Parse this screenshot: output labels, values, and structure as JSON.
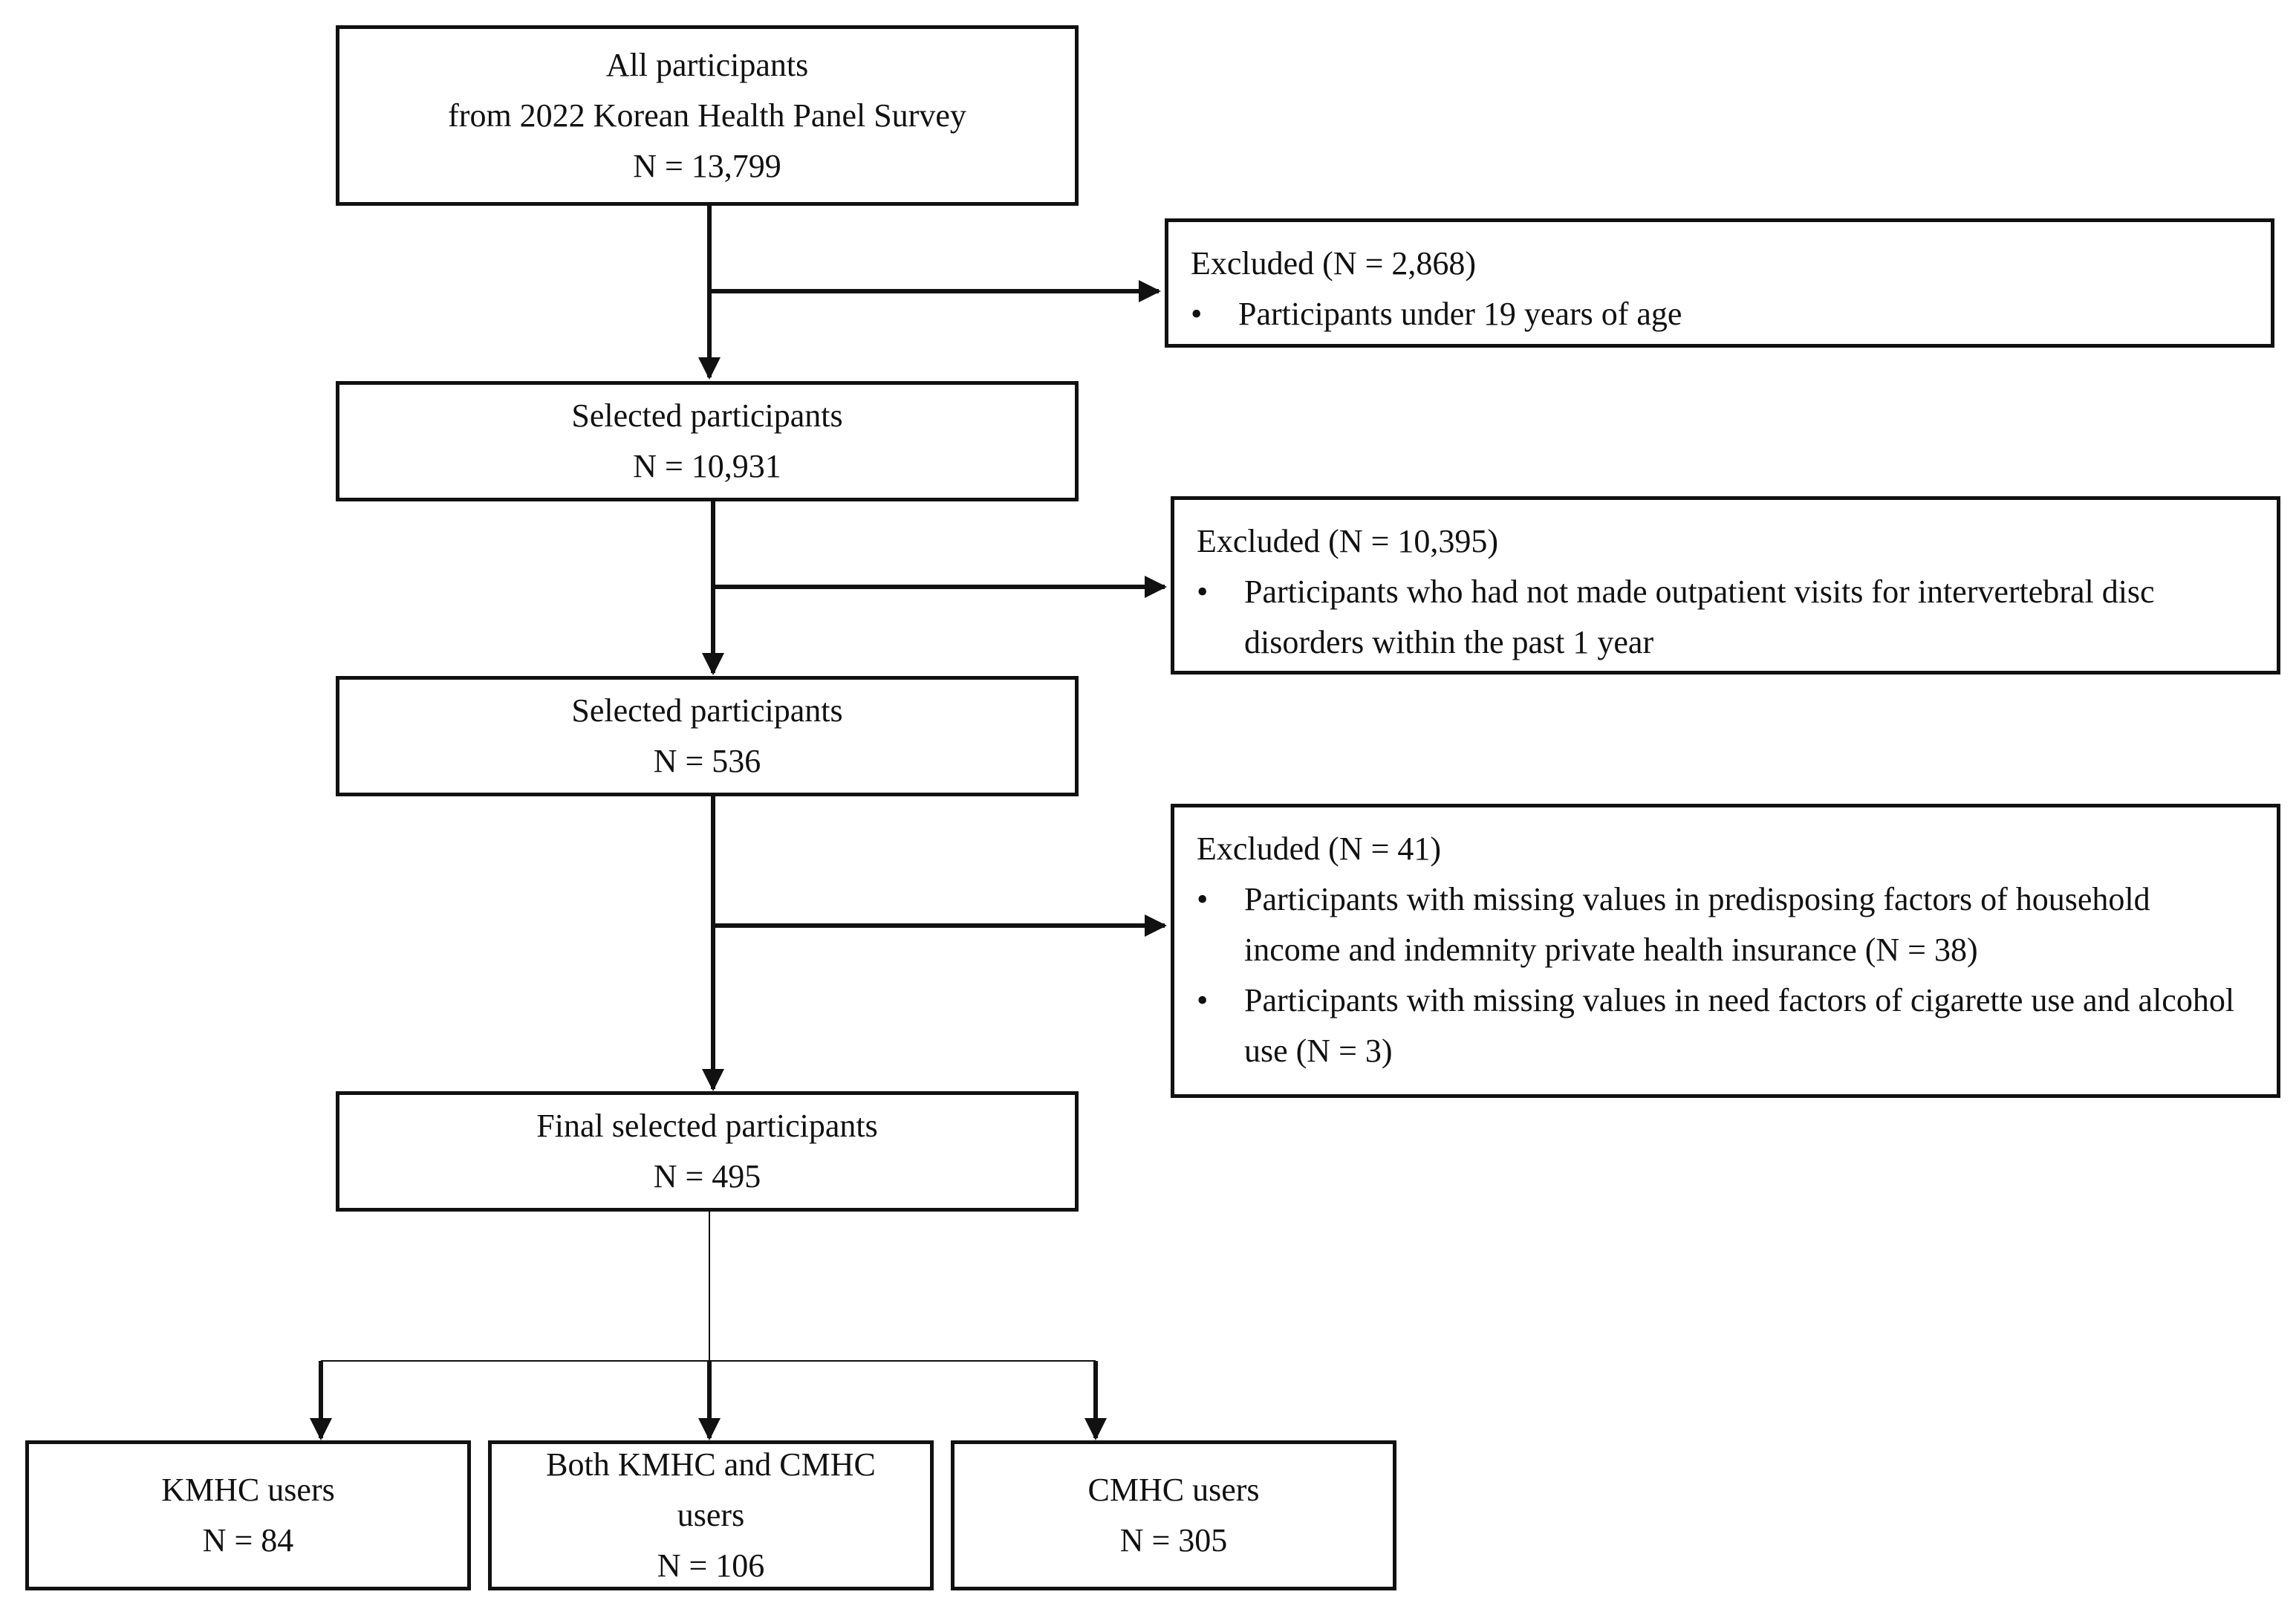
{
  "boxes": {
    "all": {
      "lines": [
        "All participants",
        "from 2022 Korean Health Panel Survey",
        "N = 13,799"
      ]
    },
    "selected1": {
      "lines": [
        "Selected participants",
        "N = 10,931"
      ]
    },
    "selected2": {
      "lines": [
        "Selected participants",
        "N = 536"
      ]
    },
    "final": {
      "lines": [
        "Final selected participants",
        "N = 495"
      ]
    },
    "kmhc": {
      "lines": [
        "KMHC users",
        "N = 84"
      ]
    },
    "both": {
      "lines": [
        "Both KMHC and CMHC",
        "users",
        "N = 106"
      ]
    },
    "cmhc": {
      "lines": [
        "CMHC users",
        "N = 305"
      ]
    }
  },
  "exclusions": {
    "ex1": {
      "header": "Excluded (N = 2,868)",
      "bullets": [
        "Participants under 19 years of age"
      ]
    },
    "ex2": {
      "header": "Excluded (N = 10,395)",
      "bullets": [
        "Participants who had not made outpatient visits for intervertebral disc disorders within the past 1 year"
      ]
    },
    "ex3": {
      "header": "Excluded (N = 41)",
      "bullets": [
        "Participants with missing values in predisposing factors of household income and indemnity private health insurance (N = 38)",
        "Participants with missing values in need factors of cigarette use and alcohol use (N = 3)"
      ]
    }
  },
  "bullet_symbol": "•"
}
